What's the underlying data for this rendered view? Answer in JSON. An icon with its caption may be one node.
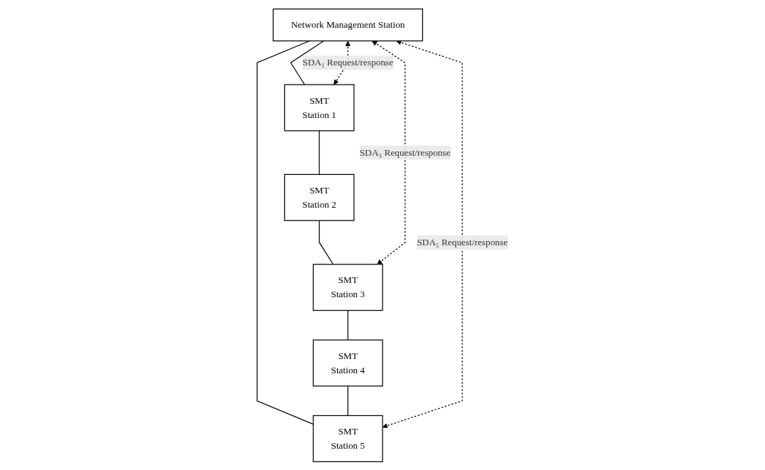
{
  "diagram": {
    "nodes": [
      {
        "text": [
          "Network Management Station"
        ]
      },
      {
        "text": [
          "SMT",
          "Station 1"
        ]
      },
      {
        "text": [
          "SMT",
          "Station 5"
        ]
      },
      {
        "text": [
          "SMT",
          "Station 2"
        ]
      },
      {
        "text": [
          "SMT",
          "Station 3"
        ]
      },
      {
        "text": [
          "SMT",
          "Station 4"
        ]
      }
    ],
    "edges": [
      {
        "from": 0,
        "to": 1,
        "arrow": "none"
      },
      {
        "from": 0,
        "to": 2,
        "arrow": "none"
      },
      {
        "from": 1,
        "to": 3,
        "arrow": "none"
      },
      {
        "from": 3,
        "to": 4,
        "arrow": "none"
      },
      {
        "from": 4,
        "to": 5,
        "arrow": "none"
      },
      {
        "from": 5,
        "to": 2,
        "arrow": "none"
      },
      {
        "from": 0,
        "to": 1,
        "arrow": "both",
        "style": "dashed",
        "label": "SDA₁ Request/response"
      },
      {
        "from": 0,
        "to": 4,
        "arrow": "both",
        "style": "dashed",
        "label": "SDA₃ Request/response"
      },
      {
        "from": 0,
        "to": 2,
        "arrow": "both",
        "style": "dashed",
        "label": "SDA₅ Request/response"
      }
    ]
  }
}
